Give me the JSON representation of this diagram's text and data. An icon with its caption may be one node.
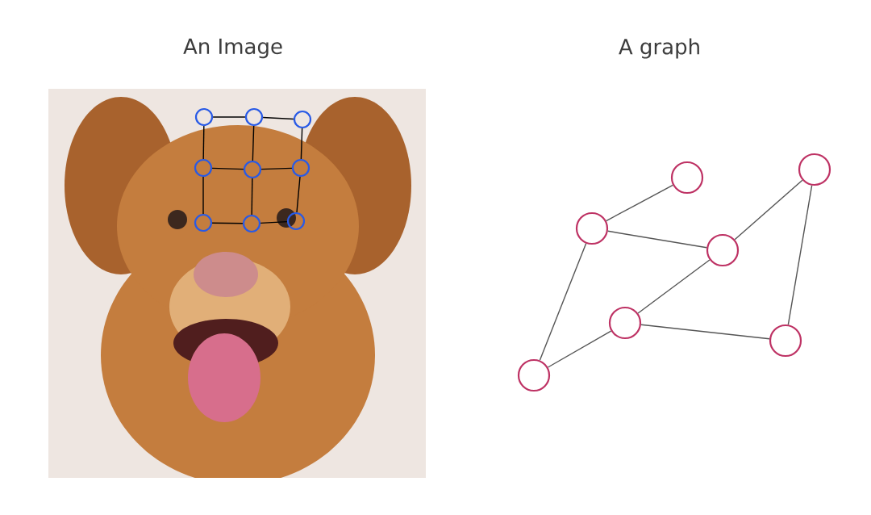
{
  "diagram": {
    "nodes": [
      {
        "text": [],
        "shape": "picture"
      },
      {
        "text": [],
        "shape": "circle",
        "in": 0
      },
      {
        "text": [],
        "shape": "circle",
        "in": 0
      },
      {
        "text": [],
        "shape": "circle",
        "in": 0
      },
      {
        "text": [],
        "shape": "circle",
        "in": 0
      },
      {
        "text": [],
        "shape": "circle",
        "in": 0
      },
      {
        "text": [],
        "shape": "circle",
        "in": 0
      },
      {
        "text": [],
        "shape": "circle",
        "in": 0
      },
      {
        "text": [],
        "shape": "circle",
        "in": 0
      },
      {
        "text": [],
        "shape": "circle",
        "in": 0
      },
      {
        "text": [],
        "shape": "circle"
      },
      {
        "text": [],
        "shape": "circle"
      },
      {
        "text": [],
        "shape": "circle"
      },
      {
        "text": [],
        "shape": "circle"
      },
      {
        "text": [],
        "shape": "circle"
      },
      {
        "text": [],
        "shape": "circle"
      },
      {
        "text": [],
        "shape": "circle"
      }
    ],
    "edges": [
      {
        "from": 1,
        "to": 2,
        "arrow": "none"
      },
      {
        "from": 2,
        "to": 3,
        "arrow": "none"
      },
      {
        "from": 4,
        "to": 5,
        "arrow": "none"
      },
      {
        "from": 5,
        "to": 6,
        "arrow": "none"
      },
      {
        "from": 7,
        "to": 8,
        "arrow": "none"
      },
      {
        "from": 8,
        "to": 9,
        "arrow": "none"
      },
      {
        "from": 1,
        "to": 4,
        "arrow": "none"
      },
      {
        "from": 4,
        "to": 7,
        "arrow": "none"
      },
      {
        "from": 2,
        "to": 5,
        "arrow": "none"
      },
      {
        "from": 5,
        "to": 8,
        "arrow": "none"
      },
      {
        "from": 3,
        "to": 6,
        "arrow": "none"
      },
      {
        "from": 6,
        "to": 9,
        "arrow": "none"
      },
      {
        "from": 12,
        "to": 10,
        "arrow": "none",
        "color": "#555555"
      },
      {
        "from": 12,
        "to": 13,
        "arrow": "none",
        "color": "#555555"
      },
      {
        "from": 13,
        "to": 11,
        "arrow": "none",
        "color": "#555555"
      },
      {
        "from": 11,
        "to": 15,
        "arrow": "none",
        "color": "#555555"
      },
      {
        "from": 12,
        "to": 16,
        "arrow": "none",
        "color": "#555555"
      },
      {
        "from": 16,
        "to": 14,
        "arrow": "none",
        "color": "#555555"
      },
      {
        "from": 14,
        "to": 13,
        "arrow": "none",
        "color": "#555555"
      },
      {
        "from": 14,
        "to": 15,
        "arrow": "none",
        "color": "#555555"
      }
    ],
    "labels": [
      "An Image",
      "A graph"
    ]
  }
}
